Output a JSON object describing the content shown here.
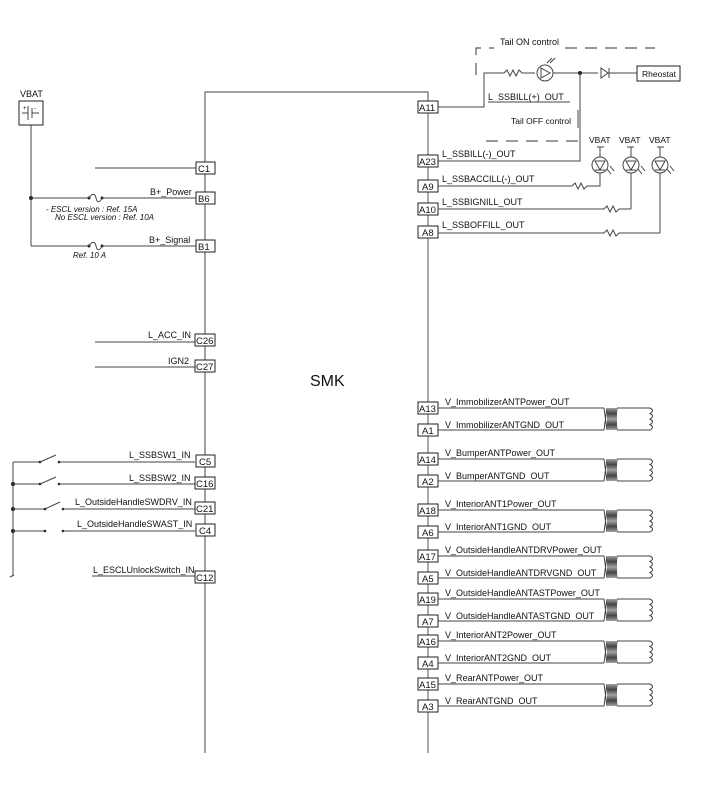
{
  "module": {
    "name": "SMK"
  },
  "power_source": {
    "label": "VBAT"
  },
  "left_pins": [
    {
      "pin": "C1",
      "signal": ""
    },
    {
      "pin": "B6",
      "signal": "B+_Power",
      "fuse_note": [
        "- ESCL version :  Ref. 15A",
        "No ESCL version : Ref. 10A"
      ]
    },
    {
      "pin": "B1",
      "signal": "B+_Signal",
      "fuse_note": [
        "Ref. 10 A"
      ]
    },
    {
      "pin": "C26",
      "signal": "L_ACC_IN"
    },
    {
      "pin": "C27",
      "signal": "IGN2"
    },
    {
      "pin": "C5",
      "signal": "L_SSBSW1_IN"
    },
    {
      "pin": "C16",
      "signal": "L_SSBSW2_IN"
    },
    {
      "pin": "C21",
      "signal": "L_OutsideHandleSWDRV_IN"
    },
    {
      "pin": "C4",
      "signal": "L_OutsideHandleSWAST_IN"
    },
    {
      "pin": "C12",
      "signal": "L_ESCLUnlockSwitch_IN"
    }
  ],
  "illumination": {
    "tail_on_label": "Tail ON control",
    "tail_off_label": "Tail OFF control",
    "rheostat_label": "Rheostat",
    "vbat_labels": [
      "VBAT",
      "VBAT",
      "VBAT"
    ],
    "pins": [
      {
        "pin": "A11",
        "signal": "L_SSBILL(+)_OUT"
      },
      {
        "pin": "A23",
        "signal": "L_SSBILL(-)_OUT"
      },
      {
        "pin": "A9",
        "signal": "L_SSBACCILL(-)_OUT"
      },
      {
        "pin": "A10",
        "signal": "L_SSBIGNILL_OUT"
      },
      {
        "pin": "A8",
        "signal": "L_SSBOFFILL_OUT"
      }
    ]
  },
  "antennas": [
    {
      "power_pin": "A13",
      "power_signal": "V_ImmobilizerANTPower_OUT",
      "gnd_pin": "A1",
      "gnd_signal": "V_ImmobilizerANTGND_OUT"
    },
    {
      "power_pin": "A14",
      "power_signal": "V_BumperANTPower_OUT",
      "gnd_pin": "A2",
      "gnd_signal": "V_BumperANTGND_OUT"
    },
    {
      "power_pin": "A18",
      "power_signal": "V_InteriorANT1Power_OUT",
      "gnd_pin": "A6",
      "gnd_signal": "V_InteriorANT1GND_OUT"
    },
    {
      "power_pin": "A17",
      "power_signal": "V_OutsideHandleANTDRVPower_OUT",
      "gnd_pin": "A5",
      "gnd_signal": "V_OutsideHandleANTDRVGND_OUT"
    },
    {
      "power_pin": "A19",
      "power_signal": "V_OutsideHandleANTASTPower_OUT",
      "gnd_pin": "A7",
      "gnd_signal": "V_OutsideHandleANTASTGND_OUT"
    },
    {
      "power_pin": "A16",
      "power_signal": "V_InteriorANT2Power_OUT",
      "gnd_pin": "A4",
      "gnd_signal": "V_InteriorANT2GND_OUT"
    },
    {
      "power_pin": "A15",
      "power_signal": "V_RearANTPower_OUT",
      "gnd_pin": "A3",
      "gnd_signal": "V_RearANTGND_OUT"
    }
  ]
}
